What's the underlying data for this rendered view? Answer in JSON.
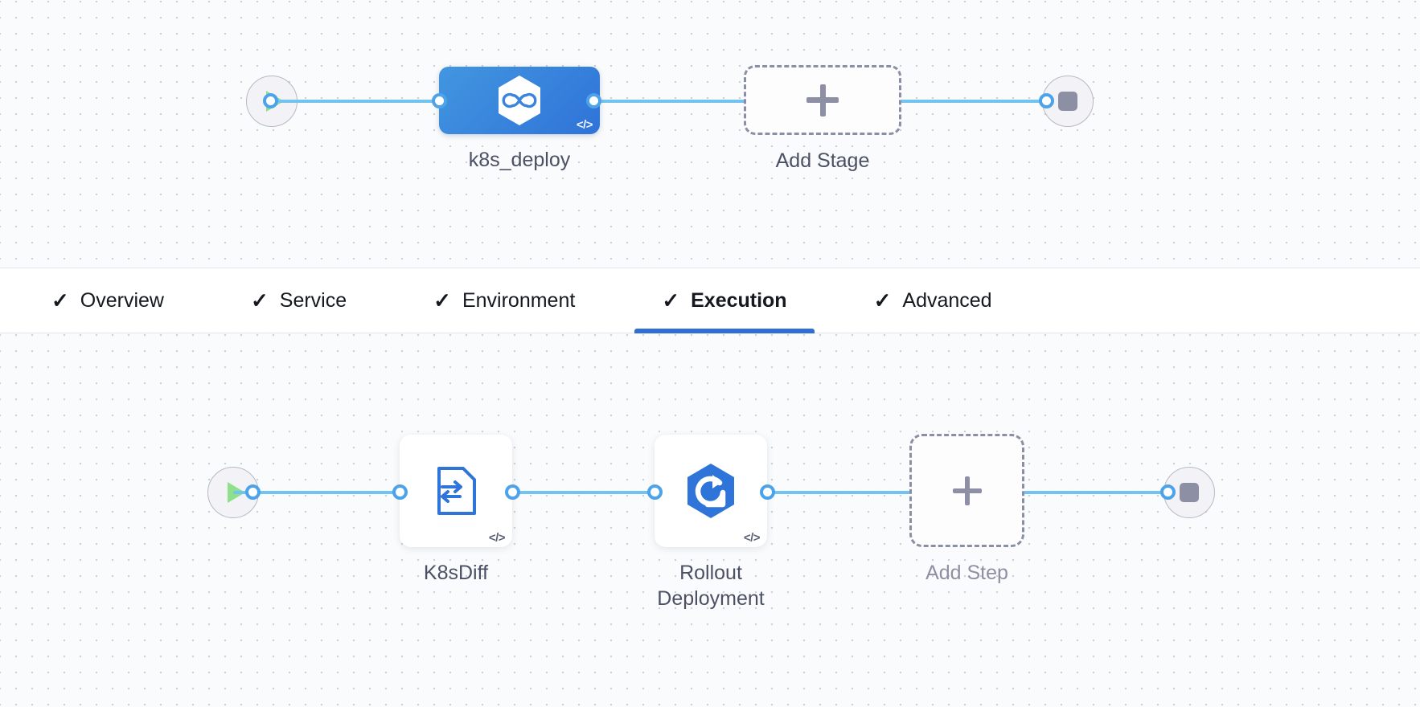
{
  "colors": {
    "canvas_bg": "#fafbfc",
    "dot_grid": "#c9cfdb",
    "connector": "#73c3f0",
    "port_ring": "#4da3ea",
    "stage_blue_from": "#4296e0",
    "stage_blue_to": "#2f73d8",
    "step_icon_blue": "#2f74d9",
    "dashed_border": "#8a8fa6",
    "terminal_fill": "#f3f3f7",
    "terminal_border": "#b6b9c6",
    "play_green": "#8ee08a",
    "stop_gray": "#8d90a5",
    "tab_active_underline": "#2f6ed4",
    "label_text": "#4b5065",
    "muted_text": "#8d90a5"
  },
  "stage_canvas": {
    "name": "pipeline-stage-graph",
    "start_node": {
      "name": "start-node",
      "icon": "play-icon"
    },
    "end_node": {
      "name": "end-node",
      "icon": "stop-icon"
    },
    "nodes": [
      {
        "id": "k8s_deploy",
        "label": "k8s_deploy",
        "type": "deploy-stage",
        "icon": "harness-hexagon-icon",
        "selected": true,
        "code_badge": "</>"
      }
    ],
    "add_stage": {
      "label": "Add Stage",
      "icon": "plus-icon"
    }
  },
  "tabbar": {
    "name": "stage-config-tabs",
    "tabs": [
      {
        "id": "overview",
        "label": "Overview",
        "check": "✓",
        "active": false
      },
      {
        "id": "service",
        "label": "Service",
        "check": "✓",
        "active": false
      },
      {
        "id": "environment",
        "label": "Environment",
        "check": "✓",
        "active": false
      },
      {
        "id": "execution",
        "label": "Execution",
        "check": "✓",
        "active": true
      },
      {
        "id": "advanced",
        "label": "Advanced",
        "check": "✓",
        "active": false
      }
    ]
  },
  "step_canvas": {
    "name": "execution-step-graph",
    "start_node": {
      "name": "start-node",
      "icon": "play-icon"
    },
    "end_node": {
      "name": "end-node",
      "icon": "stop-icon"
    },
    "steps": [
      {
        "id": "k8sdiff",
        "label": "K8sDiff",
        "icon": "k8s-diff-document-icon",
        "code_badge": "</>"
      },
      {
        "id": "rollout_deployment",
        "label": "Rollout\nDeployment",
        "icon": "rollout-hexagon-icon",
        "code_badge": "</>"
      }
    ],
    "add_step": {
      "label": "Add Step",
      "icon": "plus-icon"
    }
  }
}
